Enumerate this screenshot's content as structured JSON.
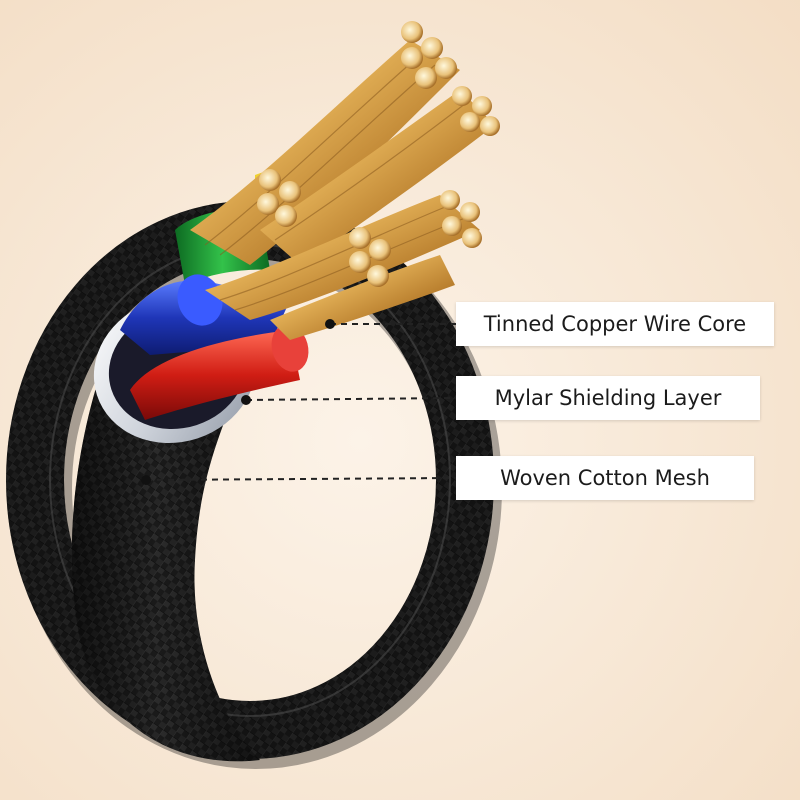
{
  "image": {
    "subject": "braided-cable-cross-section",
    "background_color": "#f8e9d8",
    "sheath_color": "#1d1d1d",
    "wire_colors": [
      "#d4a24a",
      "#2a4fd0",
      "#d8261e",
      "#25a83a",
      "#f0d22e"
    ]
  },
  "callouts": {
    "copper": {
      "label": "Tinned Copper Wire Core"
    },
    "mylar": {
      "label": "Mylar Shielding Layer"
    },
    "mesh": {
      "label": "Woven Cotton Mesh"
    }
  }
}
